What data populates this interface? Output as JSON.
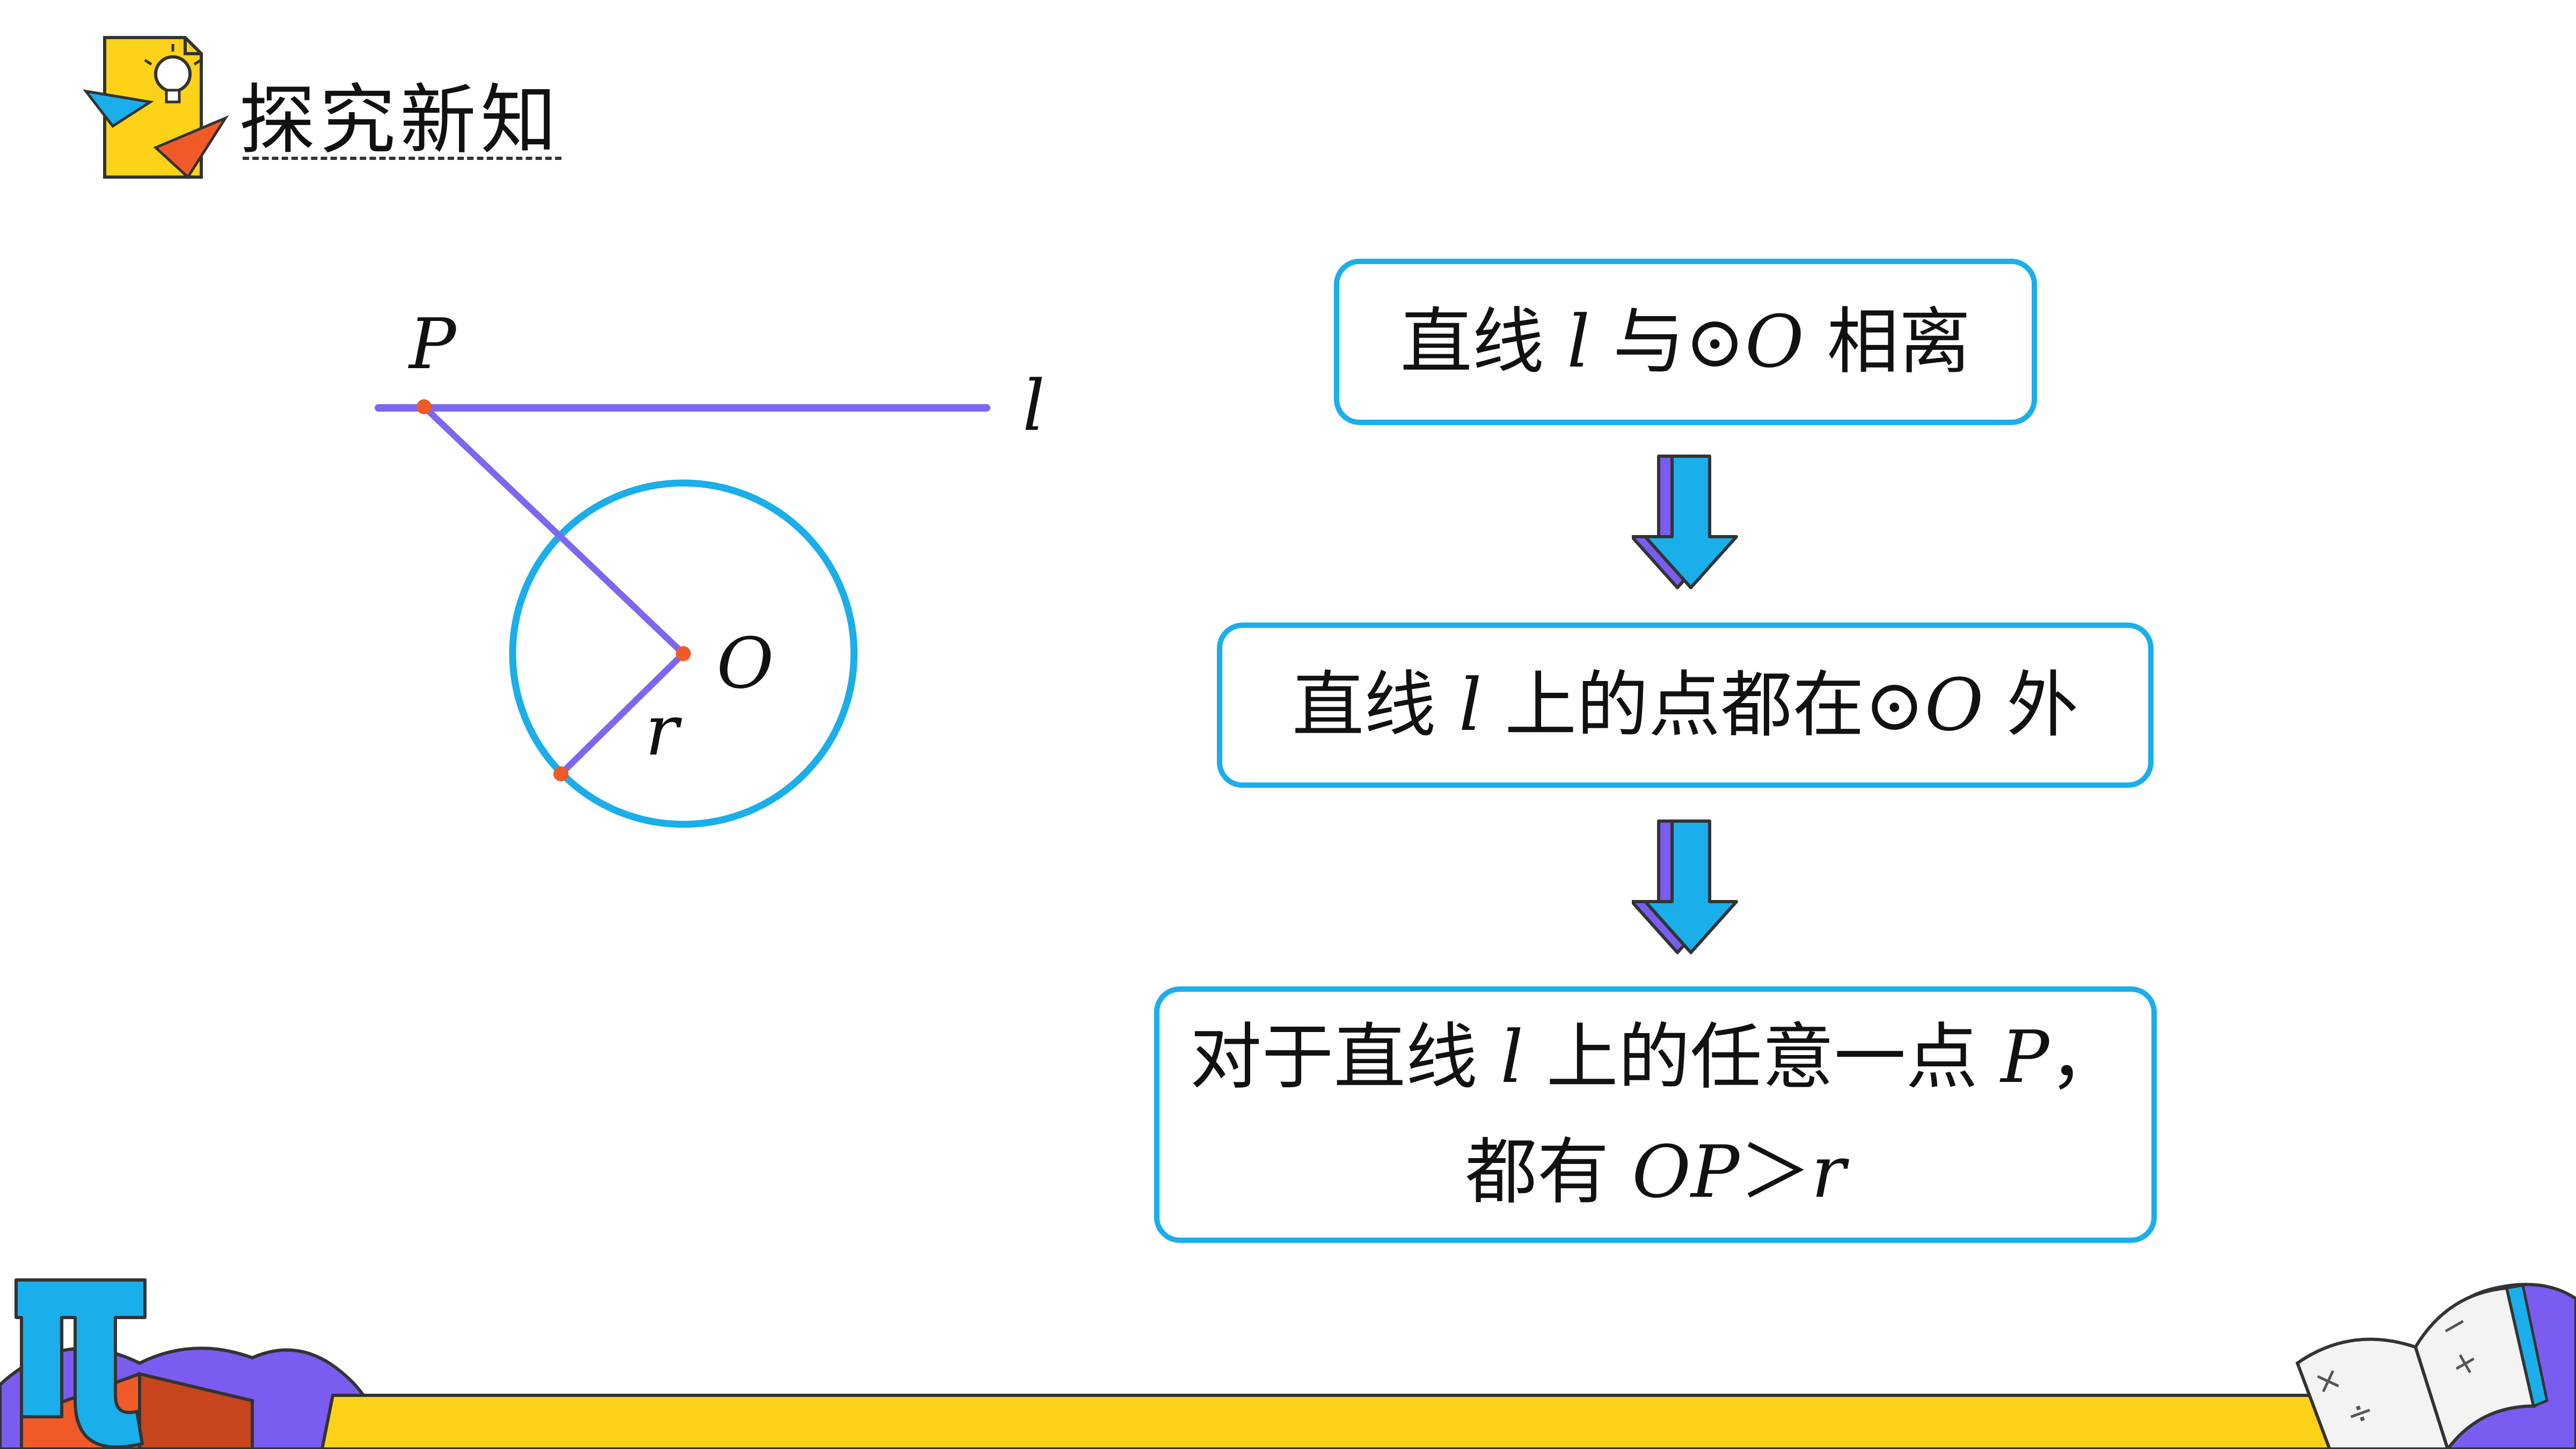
{
  "header": {
    "title": "探究新知"
  },
  "figure": {
    "labels": {
      "point_p": "P",
      "line_l": "l",
      "center_o": "O",
      "radius_r": "r"
    }
  },
  "flow": {
    "box_1": {
      "text_a": "直线 ",
      "var_a": "l",
      "text_b": " 与⊙",
      "var_b": "O",
      "text_c": " 相离"
    },
    "box_2": {
      "text_a": "直线 ",
      "var_a": "l",
      "text_b": " 上的点都在⊙",
      "var_b": "O",
      "text_c": " 外"
    },
    "box_3": {
      "line_1_a": "对于直线 ",
      "line_1_var_a": "l",
      "line_1_b": " 上的任意一点 ",
      "line_1_var_b": "P",
      "line_1_c": "，",
      "line_2_a": "都有 ",
      "line_2_var": "OP",
      "line_2_b": "＞",
      "line_2_var_b": "r"
    }
  },
  "colors": {
    "box_border": "#1aaeea",
    "geometry_line": "#7b68ee",
    "circle": "#1aaeea",
    "point": "#f05a28",
    "arrow_front": "#1aaeea",
    "arrow_back": "#7b5cf0",
    "footer_band": "#ffd21a"
  },
  "icons": {
    "header": "lightbulb-paper-plane-icon",
    "arrows": "down-arrow-icon",
    "pi": "pi-symbol-icon",
    "book": "open-math-book-icon"
  }
}
